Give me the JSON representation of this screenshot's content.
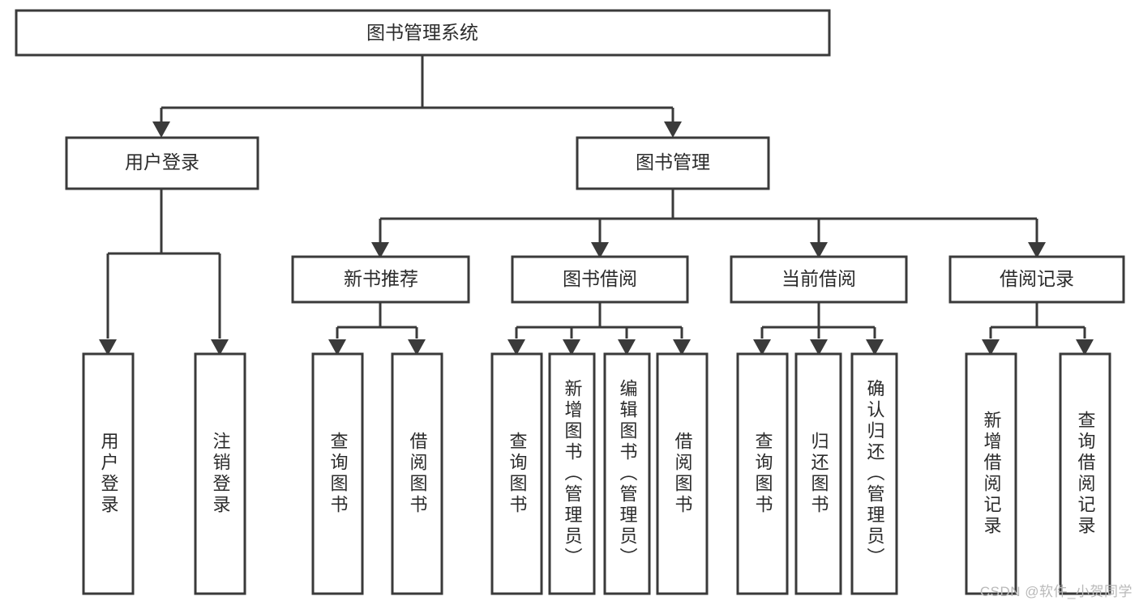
{
  "diagram": {
    "kind": "tree-flowchart",
    "title": "图书管理系统",
    "watermark": "CSDN @软件_小贺同学",
    "colors": {
      "stroke": "#3a3a3a",
      "box_fill": "#ffffff",
      "text": "#2b2b2b",
      "background": "#ffffff",
      "watermark": "#b9b9b9"
    },
    "root": {
      "label": "图书管理系统"
    },
    "level1": [
      {
        "label": "用户登录"
      },
      {
        "label": "图书管理"
      }
    ],
    "level2": [
      {
        "label": "新书推荐"
      },
      {
        "label": "图书借阅"
      },
      {
        "label": "当前借阅"
      },
      {
        "label": "借阅记录"
      }
    ],
    "leaves": {
      "user_login": [
        {
          "label": "用户登录"
        },
        {
          "label": "注销登录"
        }
      ],
      "new_book_recommend": [
        {
          "label": "查询图书"
        },
        {
          "label": "借阅图书"
        }
      ],
      "book_borrow": [
        {
          "label": "查询图书"
        },
        {
          "label": "新增图书（管理员）"
        },
        {
          "label": "编辑图书（管理员）"
        },
        {
          "label": "借阅图书"
        }
      ],
      "current_borrow": [
        {
          "label": "查询图书"
        },
        {
          "label": "归还图书"
        },
        {
          "label": "确认归还（管理员）"
        }
      ],
      "borrow_record": [
        {
          "label": "新增借阅记录"
        },
        {
          "label": "查询借阅记录"
        }
      ]
    }
  }
}
